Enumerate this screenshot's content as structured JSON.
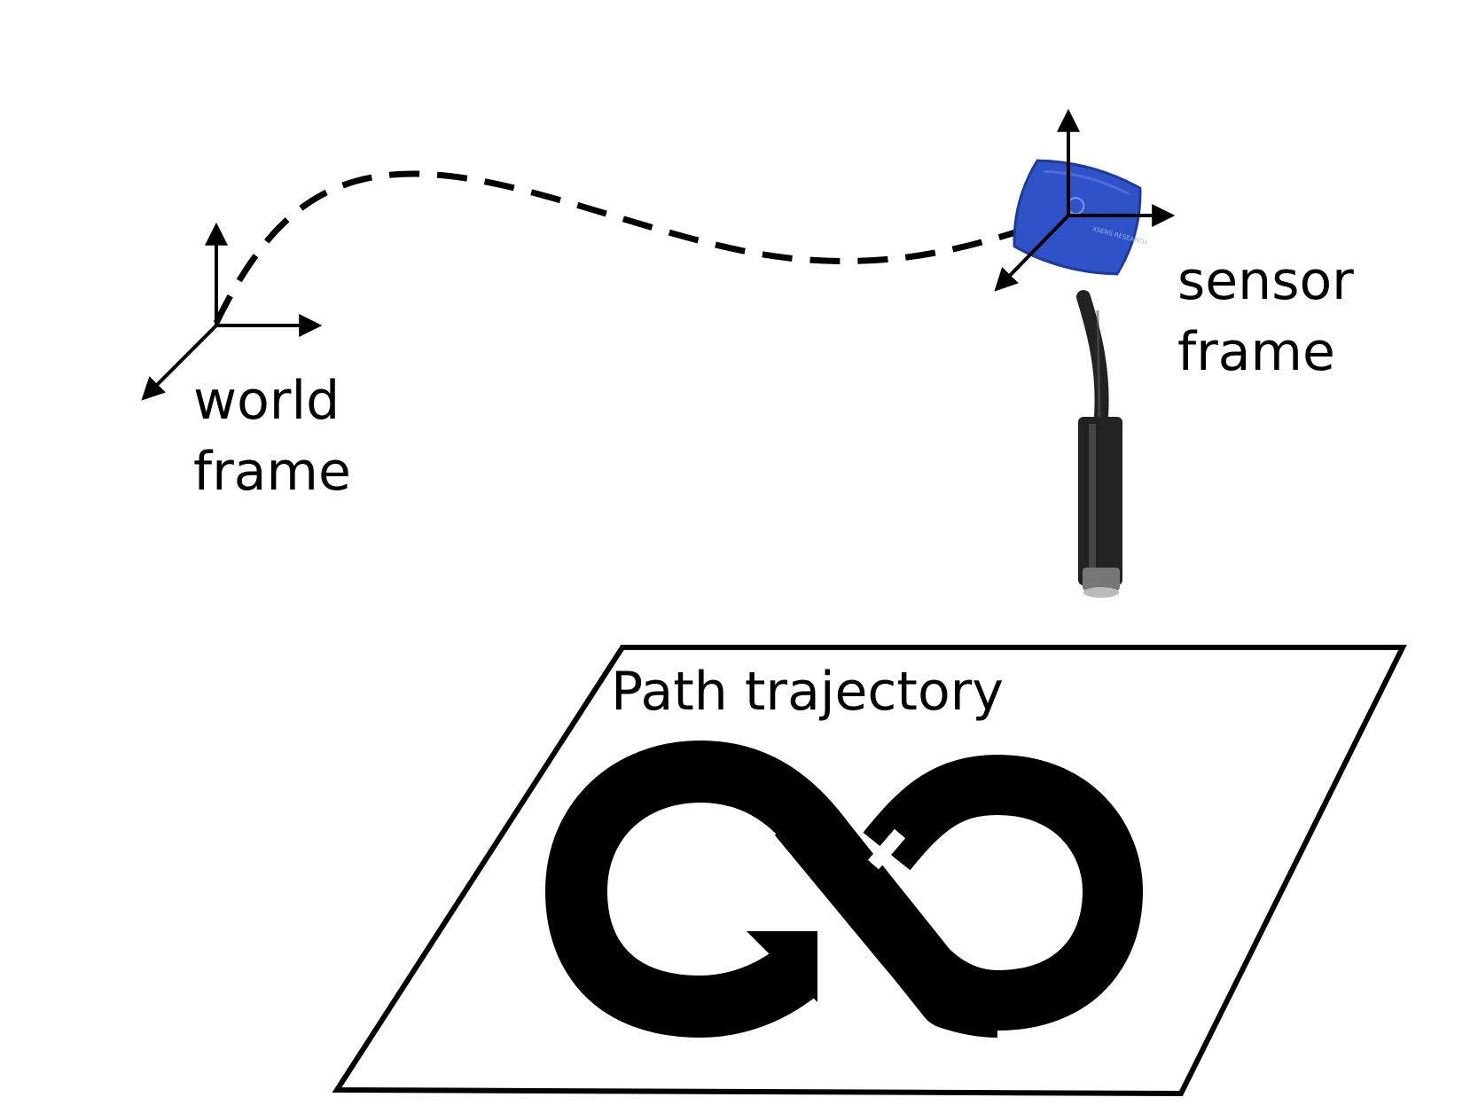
{
  "labels": {
    "world_line1": "world",
    "world_line2": "frame",
    "sensor_line1": "sensor",
    "sensor_line2": "frame",
    "path": "Path trajectory"
  },
  "sensor_brand": "XSENS RESEARCH",
  "colors": {
    "ink": "#000000",
    "sensor_body": "#2f52c8",
    "sensor_edge": "#1f3a9e",
    "probe": "#222222"
  },
  "icons": {
    "world_axes": "axes-3d-icon",
    "sensor_axes": "axes-3d-icon",
    "trajectory_symbol": "infinity-loop-arrow-icon"
  }
}
